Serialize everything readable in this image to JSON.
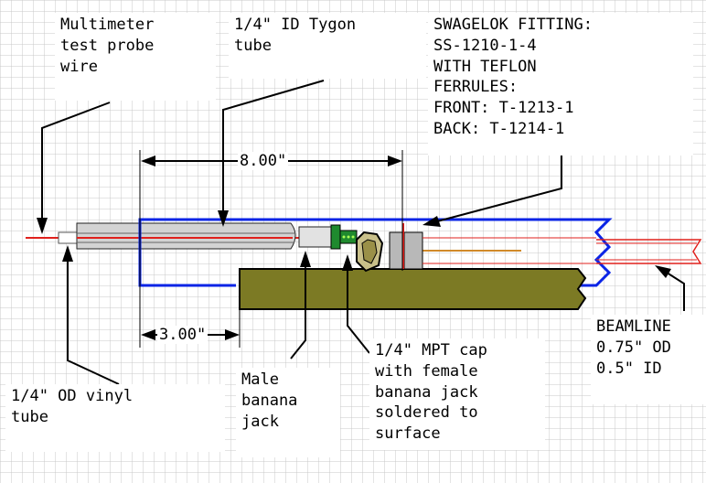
{
  "labels": {
    "multimeter": [
      "Multimeter",
      "test probe",
      "wire"
    ],
    "tygon": [
      "1/4\" ID Tygon",
      "tube"
    ],
    "swagelok": [
      "SWAGELOK FITTING:",
      "SS-1210-1-4",
      "WITH TEFLON",
      "FERRULES:",
      "FRONT: T-1213-1",
      "BACK: T-1214-1"
    ],
    "beamline": [
      "BEAMLINE",
      "0.75\" OD",
      "0.5\" ID"
    ],
    "vinyl": [
      "1/4\" OD vinyl",
      "tube"
    ],
    "banana_male": [
      "Male",
      "banana",
      "jack"
    ],
    "mpt_cap": [
      "1/4\" MPT cap",
      "with female",
      "banana jack",
      "soldered to",
      "surface"
    ]
  },
  "dimensions": {
    "d1": "8.00\"",
    "d2": "3.00\""
  },
  "colors": {
    "grid": "#c8c8c8",
    "olive": "#7c7a24",
    "tan": "#c9c08a",
    "blue": "#0a24e6",
    "red": "#e0201c",
    "orange": "#d08a2a",
    "gray": "#b8b8b8",
    "green": "#1f8a2e"
  }
}
